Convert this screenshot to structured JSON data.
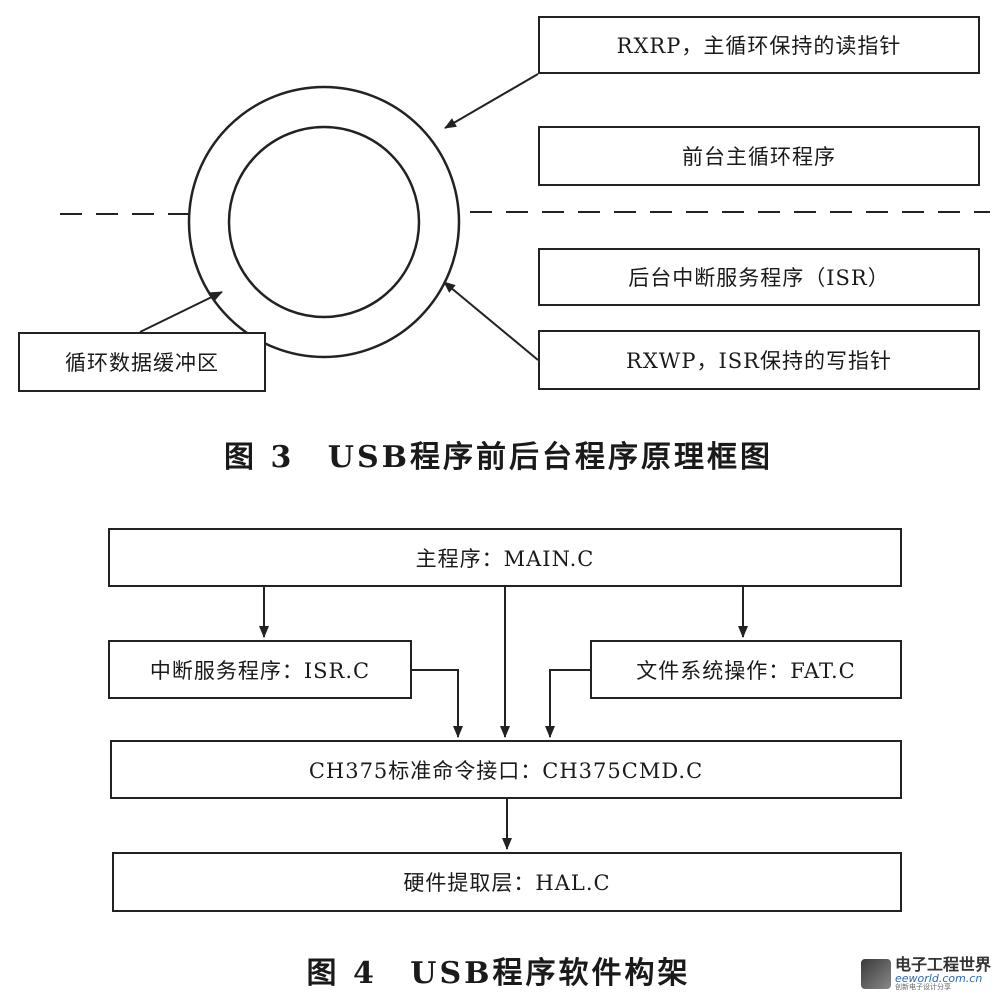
{
  "figure3": {
    "labels": {
      "read_pointer": "RXRP，主循环保持的读指针",
      "foreground_loop": "前台主循环程序",
      "background_isr": "后台中断服务程序（ISR）",
      "write_pointer": "RXWP，ISR保持的写指针",
      "ring_buffer": "循环数据缓冲区"
    },
    "caption_num": "图 3",
    "caption_text": "USB程序前后台程序原理框图"
  },
  "figure4": {
    "labels": {
      "main": "主程序：MAIN.C",
      "isr": "中断服务程序：ISR.C",
      "fat": "文件系统操作：FAT.C",
      "cmd": "CH375标准命令接口：CH375CMD.C",
      "hal": "硬件提取层：HAL.C"
    },
    "caption_num": "图 4",
    "caption_text": "USB程序软件构架"
  },
  "watermark": {
    "name": "电子工程世界",
    "site": "eeworld.com.cn",
    "tagline": "创新电子设计分享"
  },
  "colors": {
    "line": "#222222",
    "watermark_blue": "#2a6ab8"
  }
}
